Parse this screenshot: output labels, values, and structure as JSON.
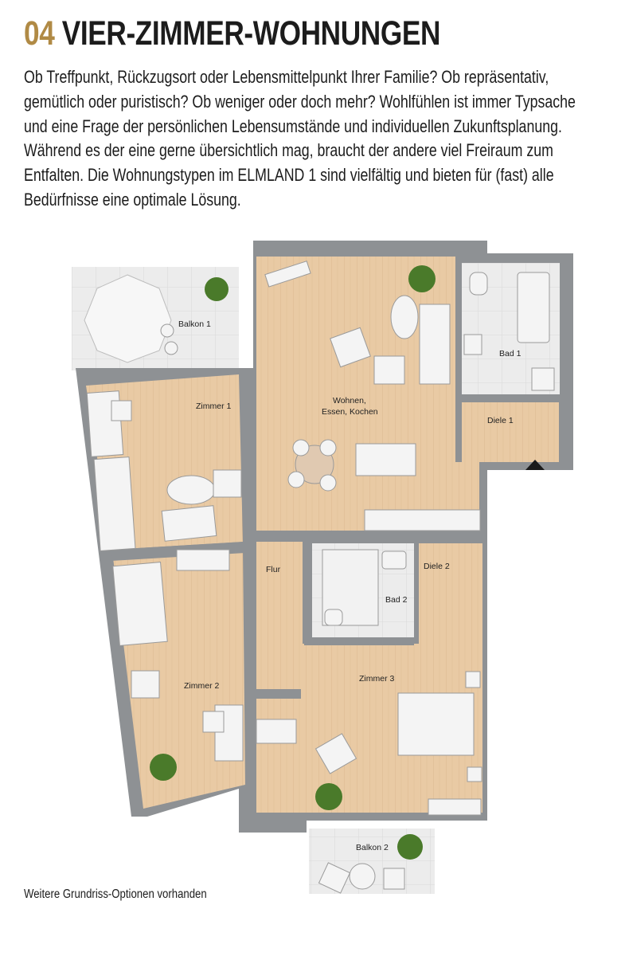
{
  "heading": {
    "number": "04",
    "title": "VIER-ZIMMER-WOHNUNGEN"
  },
  "intro_lines": [
    "Ob Treffpunkt, Rückzugsort oder Lebensmittelpunkt Ihrer Familie? Ob repräsentativ,",
    "gemütlich oder puristisch? Ob weniger oder doch mehr? Wohlfühlen ist immer Typsache",
    "und eine Frage der persönlichen Lebensumstände und individuellen Zukunftsplanung.",
    "Während es der eine gerne übersichtlich mag, braucht der andere viel Freiraum zum",
    "Entfalten. Die Wohnungstypen im ELMLAND 1 sind vielfältig und bieten für (fast) alle",
    "Bedürfnisse eine optimale Lösung."
  ],
  "rooms": {
    "balkon1": "Balkon 1",
    "zimmer1": "Zimmer 1",
    "wohnen_1": "Wohnen,",
    "wohnen_2": "Essen, Kochen",
    "bad1": "Bad 1",
    "diele1": "Diele 1",
    "flur": "Flur",
    "bad2": "Bad 2",
    "diele2": "Diele 2",
    "zimmer2": "Zimmer 2",
    "zimmer3": "Zimmer 3",
    "balkon2": "Balkon 2"
  },
  "footnote": "Weitere Grundriss-Optionen vorhanden",
  "colors": {
    "accent": "#b08a45",
    "wall": "#8e9194",
    "floor": "#e8c8a2",
    "tile": "#e9eaeb"
  }
}
